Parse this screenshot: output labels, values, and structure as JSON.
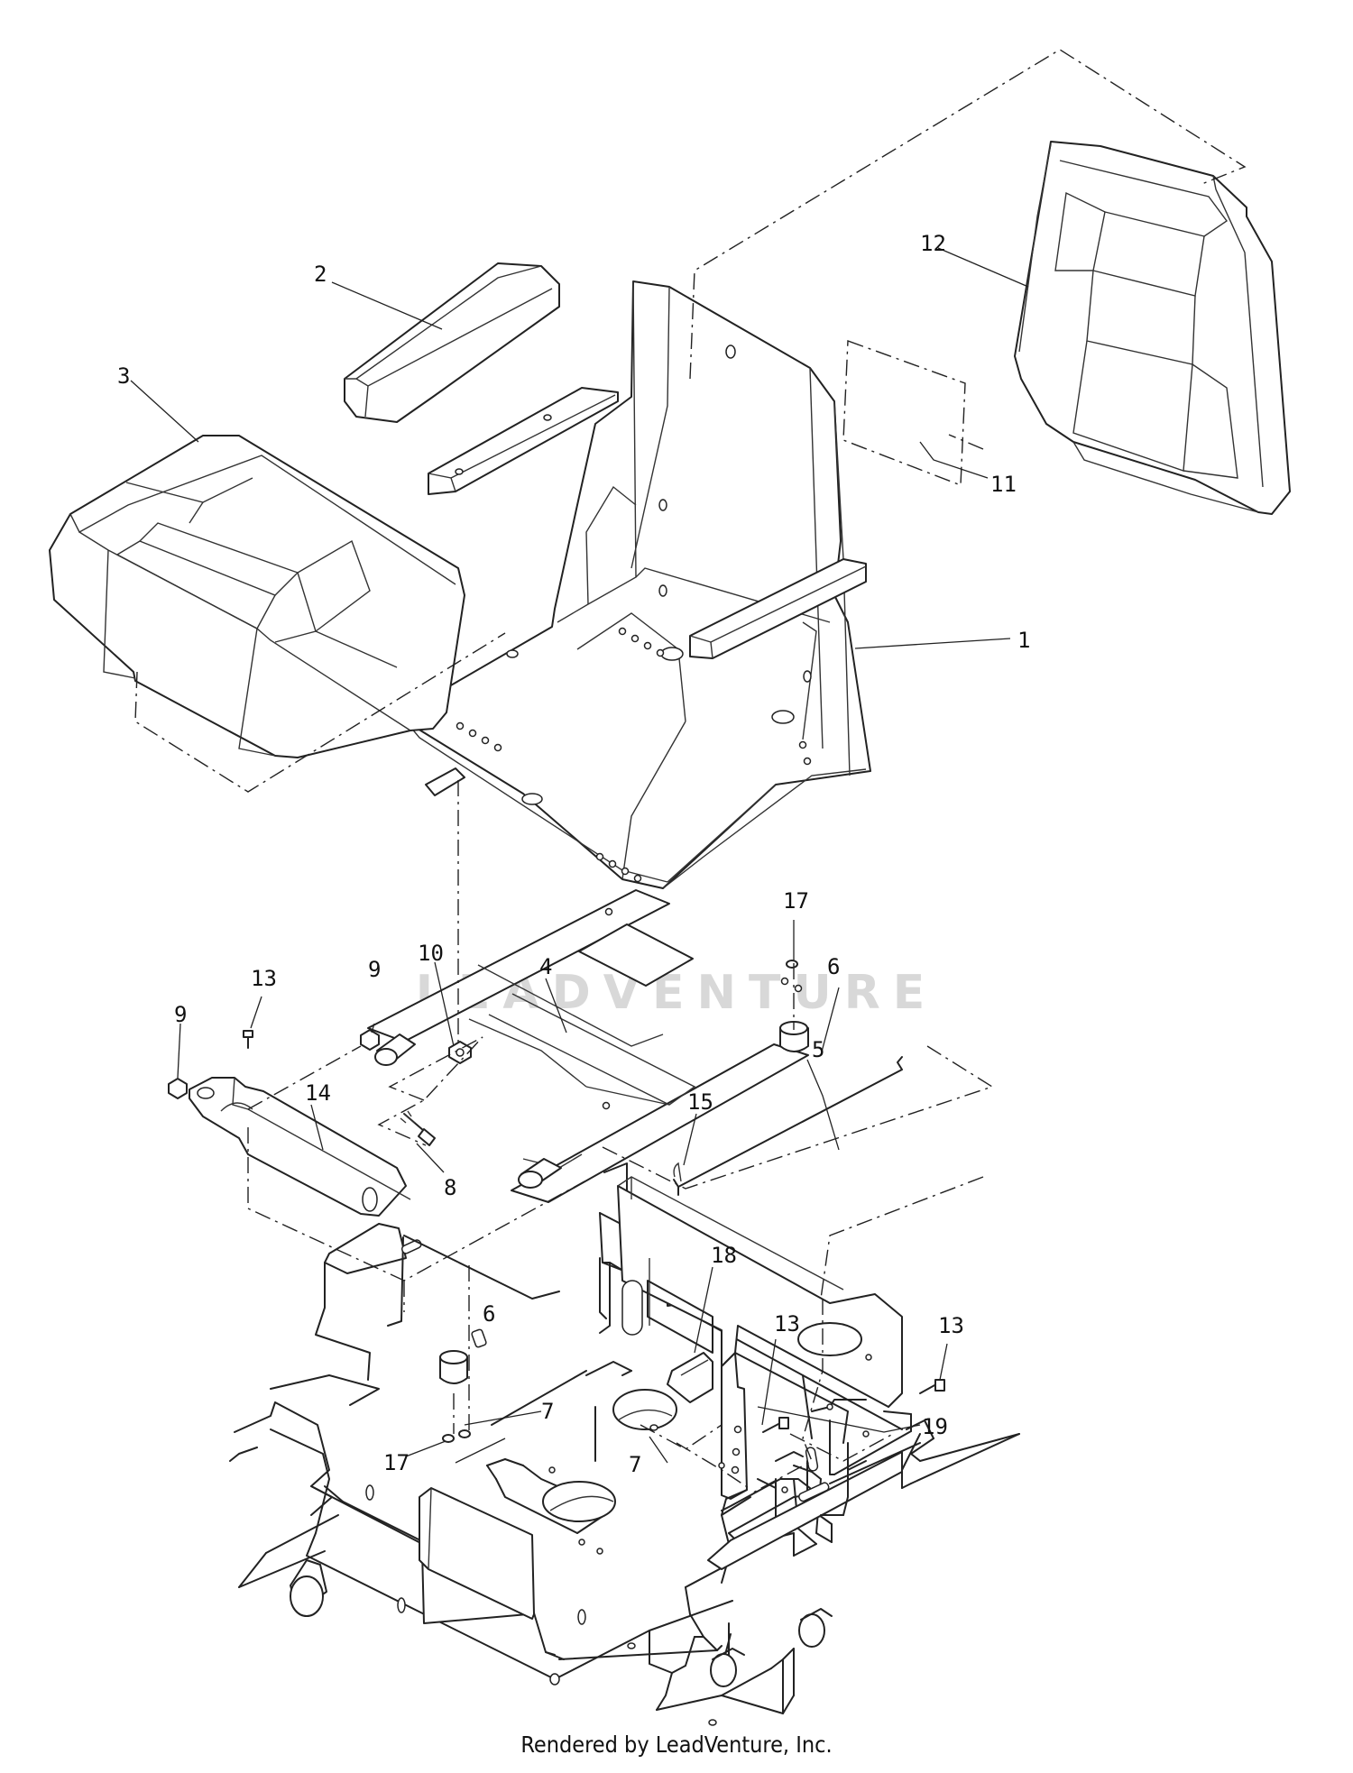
{
  "diagram": {
    "callouts": [
      {
        "id": "c1",
        "label": "1"
      },
      {
        "id": "c2",
        "label": "2"
      },
      {
        "id": "c3",
        "label": "3"
      },
      {
        "id": "c4",
        "label": "4"
      },
      {
        "id": "c5",
        "label": "5"
      },
      {
        "id": "c6a",
        "label": "6"
      },
      {
        "id": "c6b",
        "label": "6"
      },
      {
        "id": "c7a",
        "label": "7"
      },
      {
        "id": "c7b",
        "label": "7"
      },
      {
        "id": "c8",
        "label": "8"
      },
      {
        "id": "c9a",
        "label": "9"
      },
      {
        "id": "c9b",
        "label": "9"
      },
      {
        "id": "c10",
        "label": "10"
      },
      {
        "id": "c11",
        "label": "11"
      },
      {
        "id": "c12",
        "label": "12"
      },
      {
        "id": "c13a",
        "label": "13"
      },
      {
        "id": "c13b",
        "label": "13"
      },
      {
        "id": "c13c",
        "label": "13"
      },
      {
        "id": "c14",
        "label": "14"
      },
      {
        "id": "c15",
        "label": "15"
      },
      {
        "id": "c17a",
        "label": "17"
      },
      {
        "id": "c17b",
        "label": "17"
      },
      {
        "id": "c18",
        "label": "18"
      },
      {
        "id": "c19",
        "label": "19"
      }
    ],
    "watermark": "LEADVENTURE"
  },
  "footer": {
    "text": "Rendered by LeadVenture, Inc."
  }
}
